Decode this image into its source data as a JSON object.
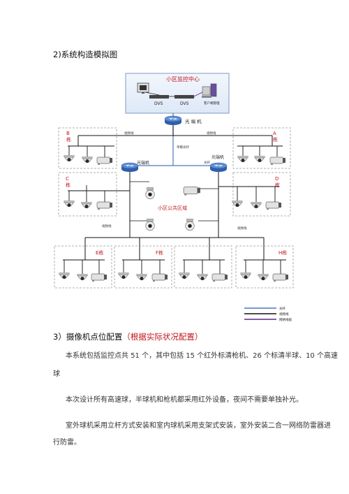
{
  "section2": {
    "heading": "2)系统构造模拟图"
  },
  "diagram": {
    "center_title": "小区监控中心",
    "dvs1": "DVS",
    "dvs2": "DVS",
    "terminal_label": "客户端管理",
    "switch_top_label": "光 端 机",
    "switch_left_label": "光端机",
    "switch_right_label": "光端机",
    "trunk_label": "单模光纤",
    "video_left": "视频线",
    "video_right": "视频线",
    "fiber_right": "光纤",
    "video_mid_left": "视频线",
    "video_mid_right": "视频线",
    "public_area": "小区公共区域",
    "block_b": "B\n栋",
    "block_a": "A\n栋",
    "block_c": "C\n栋",
    "block_d": "D\n栋",
    "block_e": "E栋",
    "block_f": "F栋",
    "block_h": "H栋",
    "legend": [
      {
        "label": "光纤",
        "color": "#4a78c2"
      },
      {
        "label": "视频线",
        "color": "#111111"
      },
      {
        "label": "网络线缆",
        "color": "#5b2a86"
      }
    ]
  },
  "section3": {
    "heading_prefix": "3）摄像机点位配置",
    "heading_red": "（根据实际状况配置）"
  },
  "paragraphs": {
    "p1_line1": "本系统包括监控点共 51 个，其中包括 15 个红外标清枪机、26 个标清半球、10 个高速",
    "p1_line2": "球",
    "p2": "本次设计所有高速球，半球机和枪机都采用红外设备，夜间不需要单独补光。",
    "p3_line1": "室外球机采用立杆方式安装和室内球机采用支架式安装，室外安装二合一网络防雷器进",
    "p3_line2": "行防雷。"
  }
}
